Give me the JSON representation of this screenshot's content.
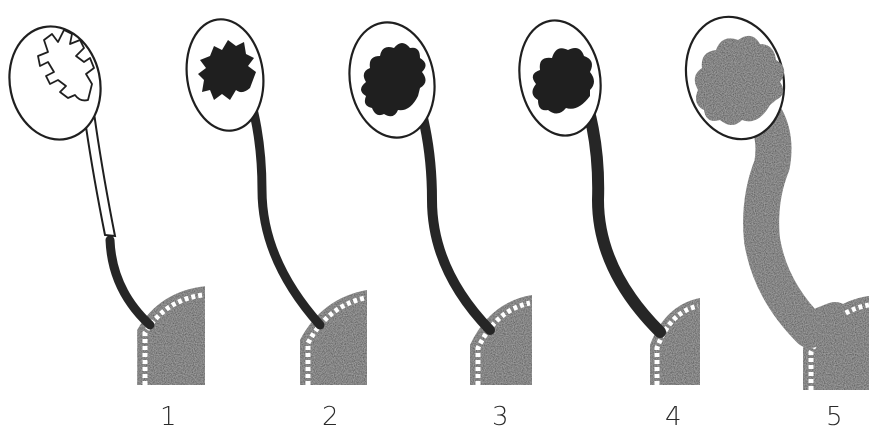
{
  "figure": {
    "stages": [
      {
        "label": "1"
      },
      {
        "label": "2"
      },
      {
        "label": "3"
      },
      {
        "label": "4"
      },
      {
        "label": "5"
      }
    ]
  },
  "colors": {
    "ink": "#1f1f1f",
    "paper": "#ffffff"
  }
}
